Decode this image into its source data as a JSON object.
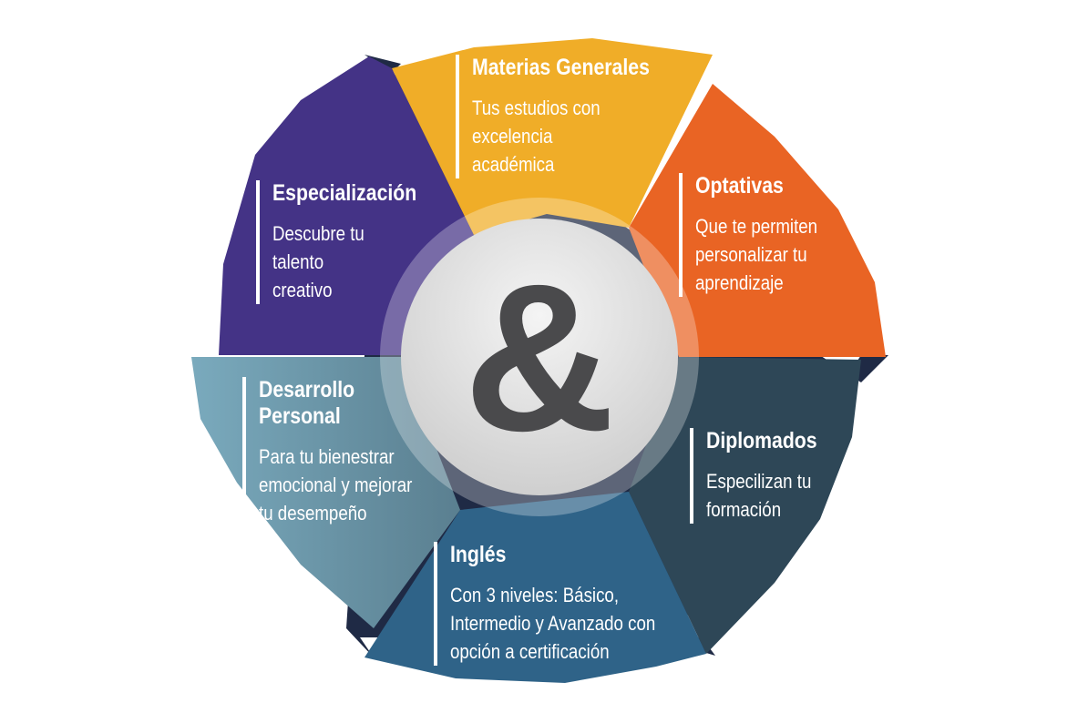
{
  "center_symbol": "&",
  "segments": [
    {
      "title": "Materias Generales",
      "desc": [
        "Tus estudios con",
        "excelencia",
        "académica"
      ],
      "color": "#f0ad28"
    },
    {
      "title": "Optativas",
      "desc": [
        "Que te permiten",
        "personalizar tu",
        "aprendizaje"
      ],
      "color": "#e96424"
    },
    {
      "title": "Diplomados",
      "desc": [
        "Especilizan tu",
        "formación"
      ],
      "color": "#2e4757"
    },
    {
      "title": "Inglés",
      "desc": [
        "Con 3 niveles: Básico,",
        "Intermedio y Avanzado con",
        "opción a certificación"
      ],
      "color": "#2f6388"
    },
    {
      "title": "Desarrollo Personal",
      "desc": [
        "Para tu bienestrar",
        "emocional y mejorar",
        "tu desempeño"
      ],
      "color": "#77a6b9"
    },
    {
      "title": "Especialización",
      "desc": [
        "Descubre tu",
        "talento",
        "creativo"
      ],
      "color": "#443386"
    }
  ]
}
